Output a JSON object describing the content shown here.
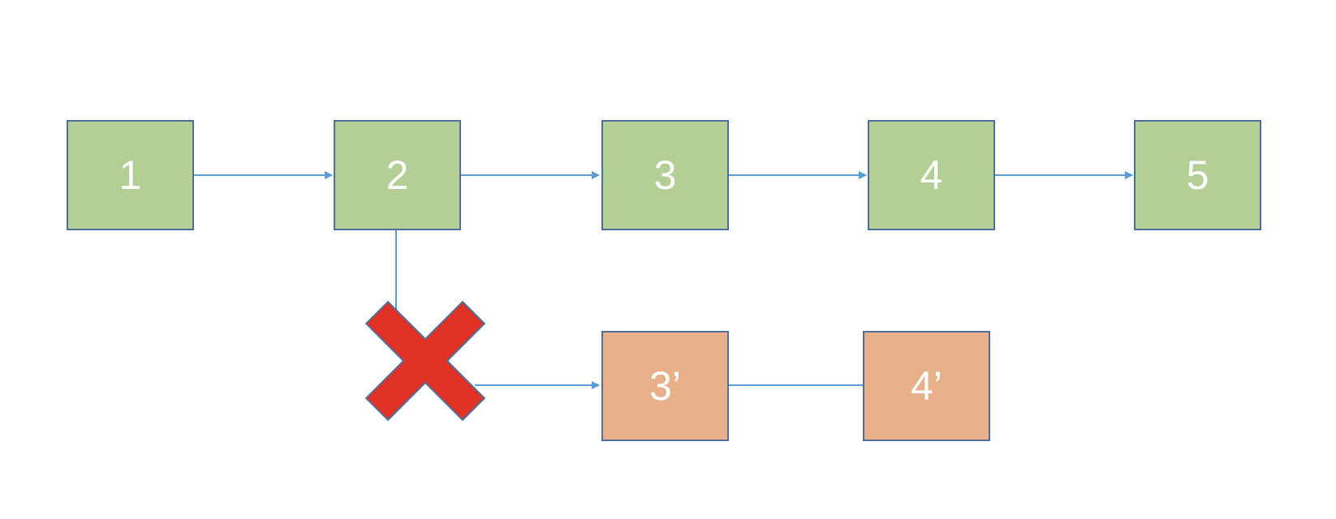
{
  "diagram": {
    "main_chain": [
      {
        "id": "n1",
        "label": "1"
      },
      {
        "id": "n2",
        "label": "2"
      },
      {
        "id": "n3",
        "label": "3"
      },
      {
        "id": "n4",
        "label": "4"
      },
      {
        "id": "n5",
        "label": "5"
      }
    ],
    "branch_chain": [
      {
        "id": "n3p",
        "label": "3’"
      },
      {
        "id": "n4p",
        "label": "4’"
      }
    ],
    "colors": {
      "main_fill": "#b3cf96",
      "branch_fill": "#e8b088",
      "box_border": "#4f6f9a",
      "arrow": "#5b9bd5",
      "x_mark": "#e03224",
      "x_mark_border": "#4f6f9a",
      "label": "#ffffff"
    },
    "icons": {
      "blocked": "x-mark-icon"
    }
  }
}
